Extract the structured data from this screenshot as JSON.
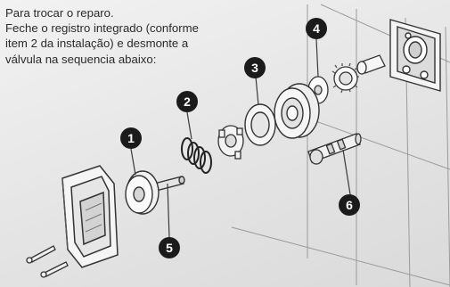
{
  "instructions": {
    "line1": "Para trocar o reparo.",
    "line2": "Feche o registro integrado (conforme",
    "line3": "item 2 da instalação) e desmonte a",
    "line4": "válvula na sequencia abaixo:"
  },
  "callouts": [
    "1",
    "2",
    "3",
    "4",
    "5",
    "6"
  ],
  "colors": {
    "callout_bg": "#1b1b1b",
    "callout_text": "#ffffff",
    "line": "#3a3a3a"
  }
}
